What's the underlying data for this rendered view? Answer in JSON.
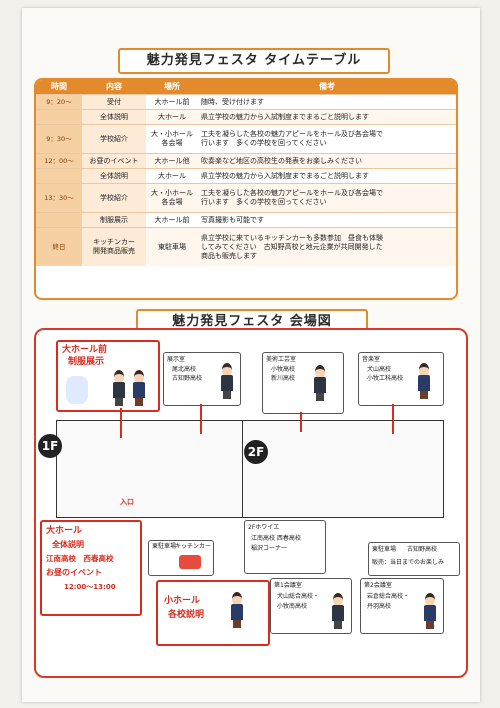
{
  "timetable": {
    "title": "魅力発見フェスタ タイムテーブル",
    "headers": [
      "時間",
      "内容",
      "場所",
      "備考"
    ],
    "rows": [
      {
        "time": "9：20～",
        "item": "受付",
        "place": "大ホール前",
        "note": "随時、受け付けます"
      },
      {
        "time": "",
        "item": "全体説明",
        "place": "大ホール",
        "note": "県立学校の魅力から入試制度までまるごと説明します"
      },
      {
        "time": "9：30～",
        "item": "学校紹介",
        "place": "大・小ホール\n各会場",
        "note": "工夫を凝らした各校の魅力アピールをホール及び各会場で\n行います　多くの学校を回ってください"
      },
      {
        "time": "12：00～",
        "item": "お昼のイベント",
        "place": "大ホール他",
        "note": "吹奏楽など地区の高校生の発表をお楽しみください"
      },
      {
        "time": "",
        "item": "全体説明",
        "place": "大ホール",
        "note": "県立学校の魅力から入試制度までまるごと説明します"
      },
      {
        "time": "13：30～",
        "item": "学校紹介",
        "place": "大・小ホール\n各会場",
        "note": "工夫を凝らした各校の魅力アピールをホール及び各会場で\n行います　多くの学校を回ってください"
      },
      {
        "time": "",
        "item": "制服展示",
        "place": "大ホール前",
        "note": "写真撮影も可能です"
      },
      {
        "time": "終日",
        "item": "キッチンカー\n開発商品販売",
        "place": "東駐車場",
        "note": "県立学校に来ているキッチンカーも多数参加　昼食も体験\nしてみてください　古知野高校と地元企業が共同開発した\n商品も販売します"
      }
    ]
  },
  "map": {
    "title": "魅力発見フェスタ 会場図",
    "floor1": "1F",
    "floor2": "2F",
    "uniform": {
      "line1": "大ホール前",
      "line2": "制服展示"
    },
    "exhibit": {
      "title": "展示室",
      "schools": [
        "尾北高校",
        "古知野高校"
      ]
    },
    "art": {
      "title": "美術工芸室",
      "schools": [
        "小牧高校",
        "新川高校"
      ]
    },
    "music": {
      "title": "音楽室",
      "schools": [
        "犬山高校",
        "小牧工科高校"
      ]
    },
    "foyer": {
      "title": "2Fホワイエ",
      "schools": [
        "江南高校 西春高校",
        "稲沢コーナー"
      ]
    },
    "east_parking_1f": "東駐車場",
    "kitchen_car": "キッチンカー",
    "entrance": "入口",
    "east_parking_2f": {
      "title": "東駐車場",
      "sub": "古知野高校",
      "note": "販売：当日までのお楽しみ"
    },
    "conf1": {
      "title": "第1会議室",
      "schools": [
        "犬山総合高校・",
        "小牧南高校"
      ]
    },
    "conf2": {
      "title": "第2会議室",
      "schools": [
        "岩倉総合高校・",
        "丹羽高校"
      ]
    },
    "big_hall": {
      "title": "大ホール",
      "line1": "全体説明",
      "line2": "江南高校　西春高校",
      "line3": "お昼のイベント",
      "line4": "12:00～13:00"
    },
    "small_hall": {
      "line1": "小ホール",
      "line2": "各校説明"
    }
  }
}
